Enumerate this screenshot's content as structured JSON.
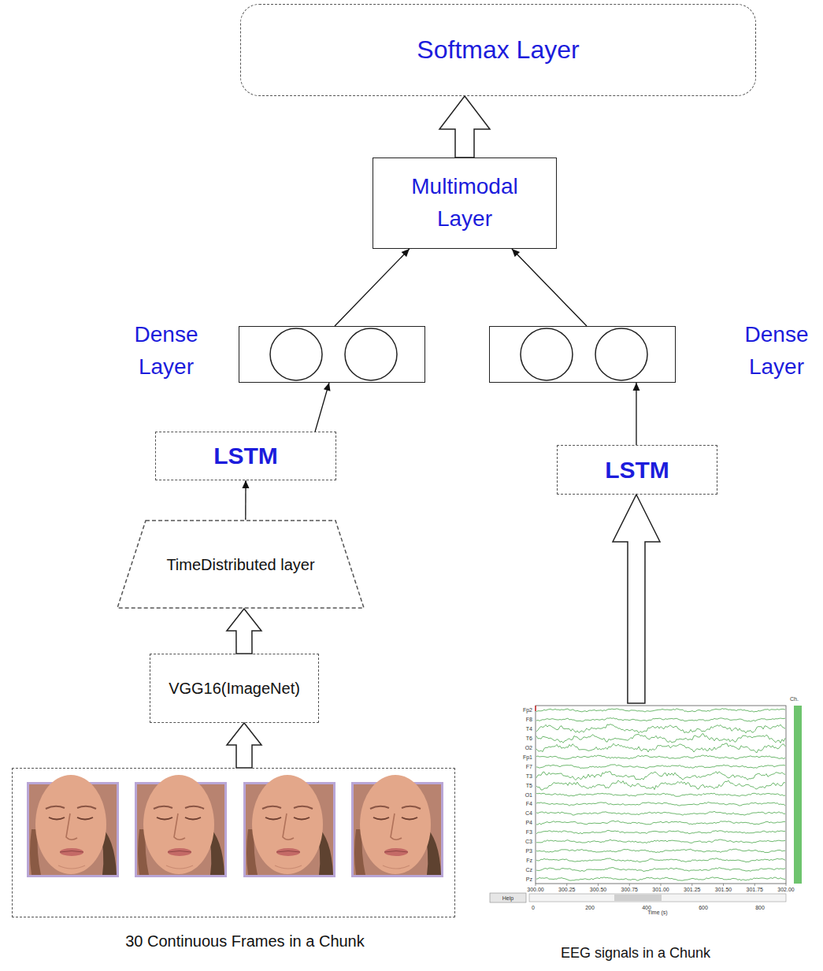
{
  "diagram": {
    "nodes": [
      {
        "text": [
          "Softmax Layer"
        ]
      },
      {
        "text": [
          "Multimodal Layer"
        ]
      },
      {
        "text": [
          "Dense Layer"
        ]
      },
      {
        "text": [
          "Dense Layer"
        ]
      },
      {
        "text": [
          "LSTM"
        ]
      },
      {
        "text": [
          "LSTM"
        ]
      },
      {
        "text": [
          "TimeDistributed layer"
        ]
      },
      {
        "text": [
          "VGG16(ImageNet)"
        ]
      },
      {
        "text": [
          "30 Continuous Frames in a Chunk"
        ]
      },
      {
        "text": [
          "EEG signals in a Chunk"
        ]
      }
    ],
    "edges": [
      {
        "from": 1,
        "to": 0,
        "arrow": "to"
      },
      {
        "from": 2,
        "to": 1,
        "arrow": "to"
      },
      {
        "from": 3,
        "to": 1,
        "arrow": "to"
      },
      {
        "from": 4,
        "to": 2,
        "arrow": "to"
      },
      {
        "from": 5,
        "to": 3,
        "arrow": "to"
      },
      {
        "from": 6,
        "to": 4,
        "arrow": "to"
      },
      {
        "from": 7,
        "to": 6,
        "arrow": "to"
      },
      {
        "from": 8,
        "to": 7,
        "arrow": "to"
      },
      {
        "from": 9,
        "to": 5,
        "arrow": "to"
      }
    ],
    "labels": [
      "Ch.",
      "Fp2",
      "F8",
      "T4",
      "T6",
      "O2",
      "Fp1",
      "F7",
      "T3",
      "T5",
      "O1",
      "F4",
      "C4",
      "P4",
      "F3",
      "C3",
      "P3",
      "Fz",
      "Cz",
      "Pz",
      "300.00",
      "300.25",
      "300.50",
      "300.75",
      "301.00",
      "301.25",
      "301.50",
      "301.75",
      "302.00",
      "Help",
      "0",
      "200",
      "400",
      "600",
      "800",
      "Time (s)"
    ]
  }
}
